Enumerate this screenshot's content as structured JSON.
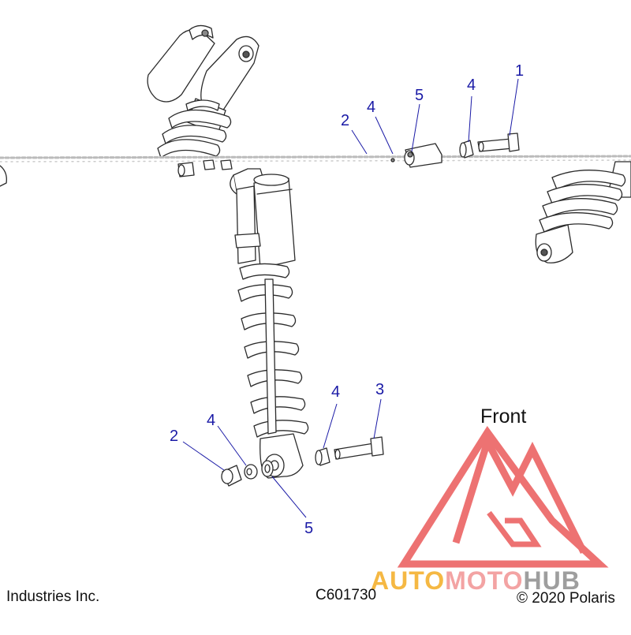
{
  "callouts": {
    "upper_1": "1",
    "upper_2": "2",
    "upper_4a": "4",
    "upper_4b": "4",
    "upper_5": "5",
    "lower_2": "2",
    "lower_3": "3",
    "lower_4a": "4",
    "lower_4b": "4",
    "lower_5": "5"
  },
  "front_label": "Front",
  "footer": {
    "left": "Industries Inc.",
    "center": "C601730",
    "right": "© 2020 Polaris"
  },
  "watermark": {
    "part1": "AUTO",
    "part2": "MOTO",
    "part3": "HUB",
    "colors": {
      "part1": "#f5b843",
      "part2": "#f3a3a3",
      "part3": "#9e9e9e",
      "logo": "#ea5a5a"
    }
  },
  "colors": {
    "callout": "#1a1aa6",
    "outline": "#2b2b2b"
  }
}
